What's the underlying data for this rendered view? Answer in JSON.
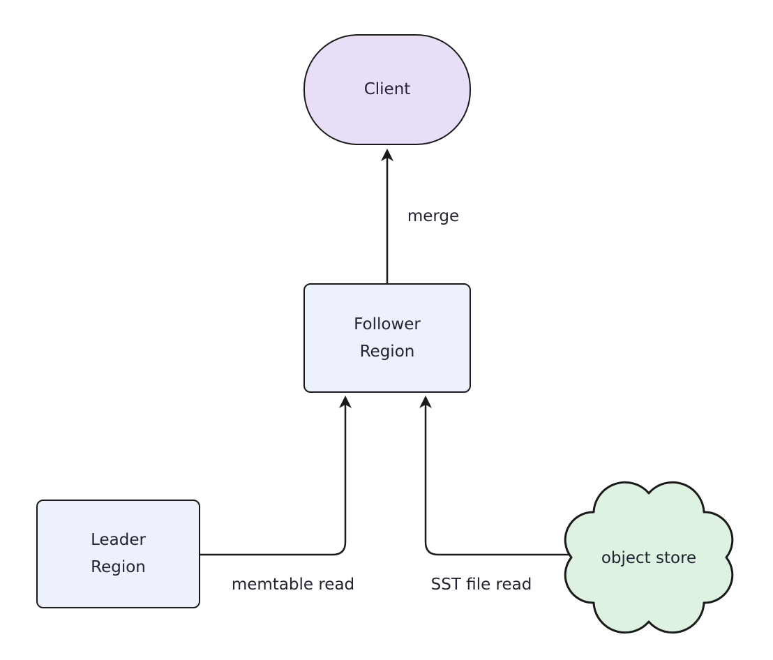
{
  "diagram": {
    "type": "flowchart",
    "background_color": "#ffffff",
    "edge_color": "#1a1a1a",
    "text_color": "#222433",
    "nodes": {
      "client": {
        "label": "Client",
        "shape": "stadium",
        "fill": "#e8def7",
        "stroke": "#1a1a1a"
      },
      "follower_region": {
        "label": "Follower\nRegion",
        "shape": "rounded-rectangle",
        "fill": "#edf1fb",
        "stroke": "#1a1a1a"
      },
      "leader_region": {
        "label": "Leader\nRegion",
        "shape": "rounded-rectangle",
        "fill": "#edf1fb",
        "stroke": "#1a1a1a"
      },
      "object_store": {
        "label": "object store",
        "shape": "cloud",
        "fill": "#def2e1",
        "stroke": "#1a1a1a"
      }
    },
    "edges": [
      {
        "from": "follower_region",
        "to": "client",
        "label": "merge"
      },
      {
        "from": "leader_region",
        "to": "follower_region",
        "label": "memtable read"
      },
      {
        "from": "object_store",
        "to": "follower_region",
        "label": "SST file read"
      }
    ]
  }
}
